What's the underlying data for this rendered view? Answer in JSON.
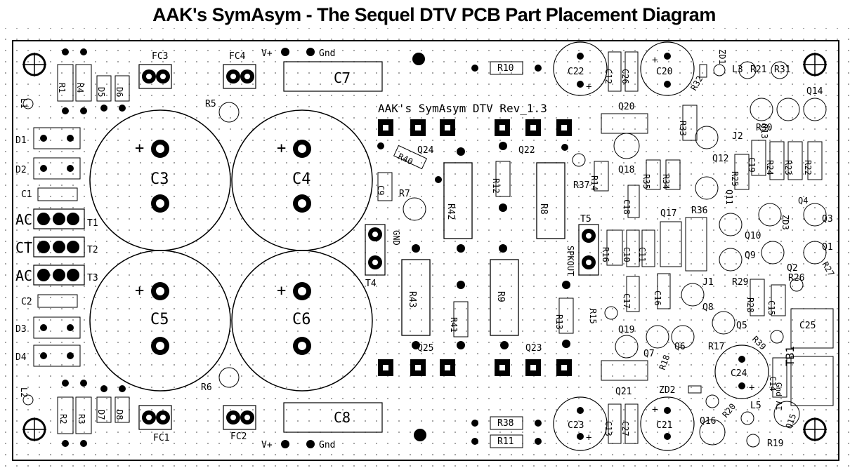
{
  "title": "AAK's SymAsym - The Sequel DTV PCB Part Placement Diagram",
  "revision": "AAK's SymAsym DTV Rev_1.3",
  "labels": {
    "fc1": "FC1",
    "fc2": "FC2",
    "fc3": "FC3",
    "fc4": "FC4",
    "c1": "C1",
    "c2": "C2",
    "c3": "C3",
    "c4": "C4",
    "c5": "C5",
    "c6": "C6",
    "c7": "C7",
    "c8": "C8",
    "c9": "C9",
    "c10": "C10",
    "c11": "C11",
    "c12": "C12",
    "c13": "C13",
    "c14": "C14",
    "c15": "C15",
    "c16": "C16",
    "c17": "C17",
    "c18": "C18",
    "c19": "C19",
    "c20": "C20",
    "c21": "C21",
    "c22": "C22",
    "c23": "C23",
    "c24": "C24",
    "c25": "C25",
    "c26": "C26",
    "c27": "C27",
    "d1": "D1",
    "d2": "D2",
    "d3": "D3",
    "d4": "D4",
    "d5": "D5",
    "d6": "D6",
    "d7": "D7",
    "d8": "D8",
    "r1": "R1",
    "r2": "R2",
    "r3": "R3",
    "r4": "R4",
    "r5": "R5",
    "r6": "R6",
    "r7": "R7",
    "r8": "R8",
    "r9": "R9",
    "r10": "R10",
    "r11": "R11",
    "r12": "R12",
    "r13": "R13",
    "r14": "R14",
    "r15": "R15",
    "r16": "R16",
    "r17": "R17",
    "r18": "R18",
    "r19": "R19",
    "r20": "R20",
    "r21": "R21",
    "r22": "R22",
    "r23": "R23",
    "r24": "R24",
    "r25": "R25",
    "r26": "R26",
    "r27": "R27",
    "r28": "R28",
    "r29": "R29",
    "r30": "R30",
    "r31": "R31",
    "r32": "R32",
    "r33": "R33",
    "r34": "R34",
    "r35": "R35",
    "r36": "R36",
    "r37": "R37",
    "r38": "R38",
    "r39": "R39",
    "r40": "R40",
    "r41": "R41",
    "r42": "R42",
    "r43": "R43",
    "q1": "Q1",
    "q2": "Q2",
    "q3": "Q3",
    "q4": "Q4",
    "q5": "Q5",
    "q6": "Q6",
    "q7": "Q7",
    "q8": "Q8",
    "q9": "Q9",
    "q10": "Q10",
    "q11": "Q11",
    "q12": "Q12",
    "q13": "Q13",
    "q14": "Q14",
    "q15": "Q15",
    "q16": "Q16",
    "q17": "Q17",
    "q18": "Q18",
    "q19": "Q19",
    "q20": "Q20",
    "q21": "Q21",
    "q22": "Q22",
    "q23": "Q23",
    "q24": "Q24",
    "q25": "Q25",
    "l1": "L1",
    "l2": "L2",
    "l3": "L3",
    "l5": "L5",
    "t1": "T1",
    "t2": "T2",
    "t3": "T3",
    "t4": "T4",
    "t5": "T5",
    "tb1": "TB1",
    "zd1": "ZD1",
    "zd2": "ZD2",
    "zd3": "ZD3",
    "j1": "J1",
    "j2": "J2",
    "ac_top": "AC",
    "ct": "CT",
    "ac_bottom": "AC",
    "gnd": "GND",
    "spkout": "SPKOUT",
    "vplus_top": "V+",
    "gnd_top": "Gnd",
    "vplus_bottom": "V+",
    "gnd_bottom": "Gnd",
    "tb1_in": "Gnd AI"
  }
}
